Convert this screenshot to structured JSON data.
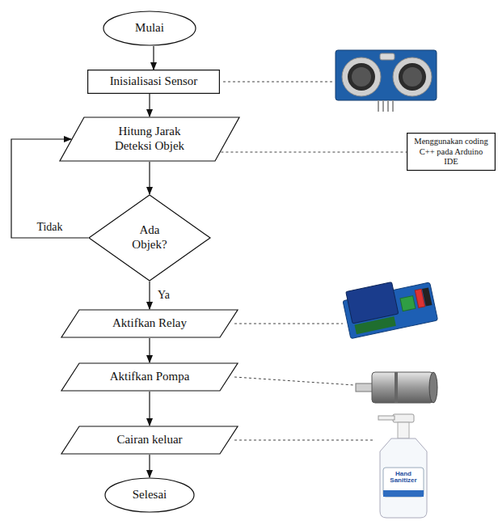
{
  "diagram": {
    "nodes": [
      {
        "text": [
          "Mulai"
        ]
      },
      {
        "text": [
          "Inisialisasi Sensor"
        ]
      },
      {
        "text": [
          "Hitung Jarak Deteksi Objek"
        ]
      },
      {
        "text": [
          "Menggunakan coding C++ pada Arduino IDE"
        ]
      },
      {
        "text": [
          "Ada Objek?"
        ]
      },
      {
        "text": [
          "Aktifkan Relay"
        ]
      },
      {
        "text": [
          "Aktifkan Pompa"
        ]
      },
      {
        "text": [
          "Cairan keluar"
        ]
      },
      {
        "text": [
          "Selesai"
        ]
      }
    ],
    "edges": [
      {
        "from": 0,
        "to": 1,
        "arrow": "to"
      },
      {
        "from": 1,
        "to": 2,
        "arrow": "to"
      },
      {
        "from": 2,
        "to": 4,
        "arrow": "to"
      },
      {
        "from": 4,
        "to": 2,
        "label": "Tidak",
        "arrow": "to"
      },
      {
        "from": 4,
        "to": 5,
        "label": "Ya",
        "arrow": "to"
      },
      {
        "from": 5,
        "to": 6,
        "arrow": "to"
      },
      {
        "from": 6,
        "to": 7,
        "arrow": "to"
      },
      {
        "from": 7,
        "to": 8,
        "arrow": "to"
      },
      {
        "from": 2,
        "to": 3,
        "arrow": "none"
      }
    ],
    "labels": [
      "Hand Sanitizer"
    ]
  }
}
